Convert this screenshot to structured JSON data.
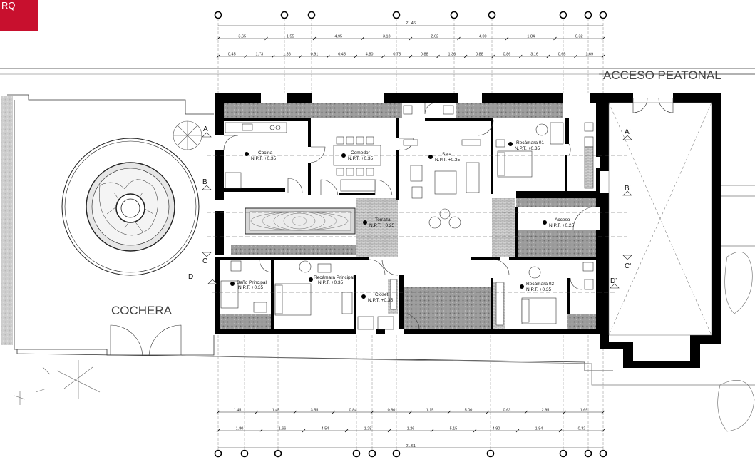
{
  "logo": {
    "text": "RQ",
    "color": "#c8102e"
  },
  "colors": {
    "wall": "#000000",
    "vegetation": "#9a9a9a",
    "paving": "#cfcfcf",
    "line": "#222222"
  },
  "labels": {
    "acceso_peatonal": "ACCESO PEATONAL",
    "cochera": "COCHERA"
  },
  "rooms": [
    {
      "name": "Cocina",
      "level": "N.P.T. +0.35"
    },
    {
      "name": "Comedor",
      "level": "N.P.T. +0.35"
    },
    {
      "name": "Sala",
      "level": "N.P.T. +0.35"
    },
    {
      "name": "Recámara 01",
      "level": "N.P.T. +0.35"
    },
    {
      "name": "Terraza",
      "level": "N.P.T. +0.25"
    },
    {
      "name": "Acceso",
      "level": "N.P.T. +0.25"
    },
    {
      "name": "Baño Principal",
      "level": "N.P.T. +0.35"
    },
    {
      "name": "Recámara Principal",
      "level": "N.P.T. +0.35"
    },
    {
      "name": "Closet",
      "level": "N.P.T. +0.35"
    },
    {
      "name": "Recámara 02",
      "level": "N.P.T. +0.35"
    }
  ],
  "sections": [
    "A",
    "A'",
    "B",
    "B'",
    "C",
    "C'",
    "D",
    "D'"
  ],
  "dimensions": {
    "top_total": "21.46",
    "top_row1": [
      "3.65",
      "1.55",
      "4.95",
      "3.13",
      "2.62",
      "4.00",
      "1.84",
      "0.32"
    ],
    "top_row2": [
      "0.45",
      "1.73",
      "1.36",
      "0.91",
      "0.45",
      "4.80",
      "0.75",
      "0.88",
      "1.36",
      "0.88",
      "0.86",
      "3.16",
      "0.65",
      "1.69"
    ],
    "bottom_row1": [
      "1.45",
      "1.45",
      "3.55",
      "0.84",
      "0.80",
      "1.15",
      "5.00",
      "0.63",
      "2.95",
      "1.69"
    ],
    "bottom_row2": [
      "1.80",
      "1.66",
      "4.54",
      "1.28",
      "1.26",
      "5.15",
      "4.90",
      "1.84",
      "0.32"
    ],
    "bottom_total": "21.61"
  }
}
